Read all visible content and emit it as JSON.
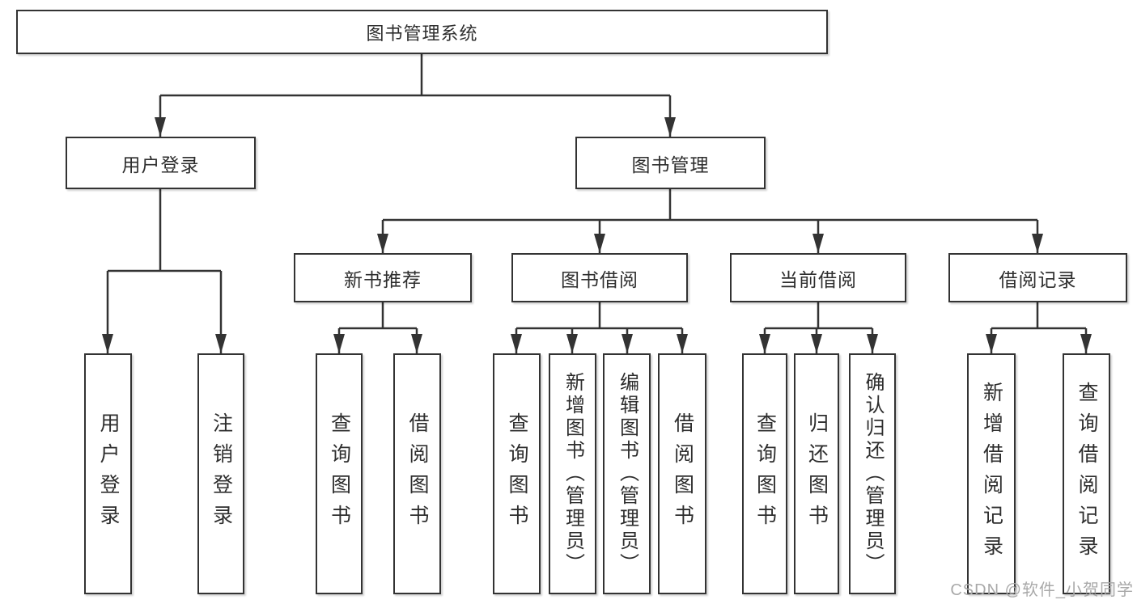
{
  "diagram_type": "hierarchy-tree",
  "tree": {
    "label": "图书管理系统",
    "children": [
      {
        "label": "用户登录",
        "children": [
          {
            "label": "用户登录"
          },
          {
            "label": "注销登录"
          }
        ]
      },
      {
        "label": "图书管理",
        "children": [
          {
            "label": "新书推荐",
            "children": [
              {
                "label": "查询图书"
              },
              {
                "label": "借阅图书"
              }
            ]
          },
          {
            "label": "图书借阅",
            "children": [
              {
                "label": "查询图书"
              },
              {
                "label": "新增图书（管理员）"
              },
              {
                "label": "编辑图书（管理员）"
              },
              {
                "label": "借阅图书"
              }
            ]
          },
          {
            "label": "当前借阅",
            "children": [
              {
                "label": "查询图书"
              },
              {
                "label": "归还图书"
              },
              {
                "label": "确认归还（管理员）"
              }
            ]
          },
          {
            "label": "借阅记录",
            "children": [
              {
                "label": "新增借阅记录"
              },
              {
                "label": "查询借阅记录"
              }
            ]
          }
        ]
      }
    ]
  },
  "watermark": {
    "text": "CSDN @软件_小贺同学",
    "color": "#a9a9a9"
  },
  "colors": {
    "line": "#333333",
    "box_border": "#333333",
    "text": "#2e2e2e",
    "background": "#ffffff"
  }
}
